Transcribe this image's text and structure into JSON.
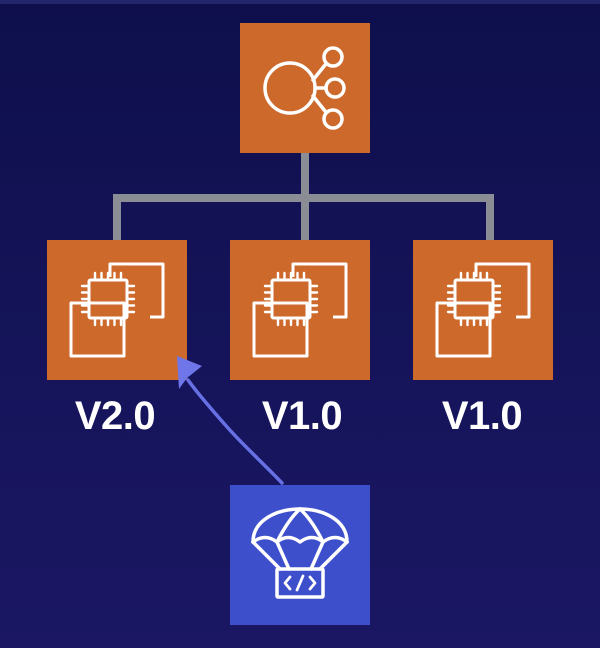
{
  "colors": {
    "background_top": "#0e0f4c",
    "background_bottom": "#1b1763",
    "node_orange": "#cd6a2b",
    "deploy_blue": "#3e4fcb",
    "connector_gray": "#8a8d93",
    "arrow_blue": "#6770e4",
    "icon_stroke": "#ffffff"
  },
  "load_balancer": {
    "icon": "elastic-load-balancing-icon"
  },
  "instances": [
    {
      "icon": "ec2-instance-icon",
      "version": "V2.0"
    },
    {
      "icon": "ec2-instance-icon",
      "version": "V1.0"
    },
    {
      "icon": "ec2-instance-icon",
      "version": "V1.0"
    }
  ],
  "deployment": {
    "icon": "parachute-code-deploy-icon"
  }
}
